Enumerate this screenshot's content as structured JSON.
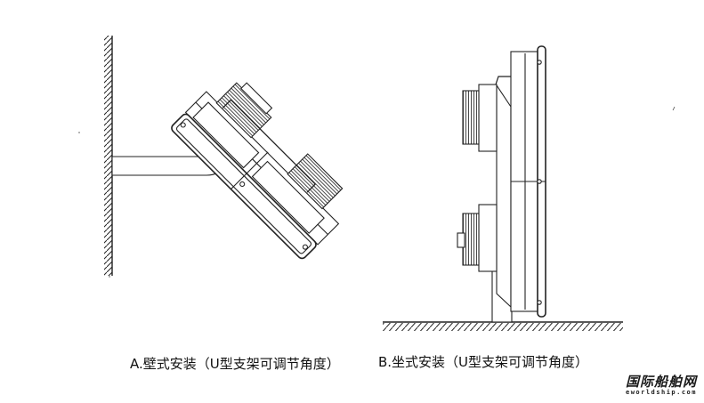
{
  "captions": {
    "wall_mount": "A.壁式安装（U型支架可调节角度）",
    "floor_mount": "B.坐式安装（U型支架可调节角度）"
  },
  "watermark": {
    "name": "国际船舶网",
    "domain": "eworldship.com"
  }
}
